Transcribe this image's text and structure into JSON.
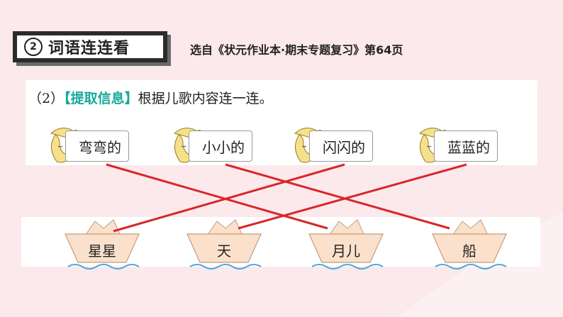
{
  "header": {
    "number": "②",
    "title": "词语连连看",
    "source": "选自《状元作业本·期末专题复习》第64页"
  },
  "question": {
    "prefix": "（2）",
    "tag": "【提取信息】",
    "text": "根据儿歌内容连一连。"
  },
  "words": [
    "弯弯的",
    "小小的",
    "闪闪的",
    "蓝蓝的"
  ],
  "boats": [
    "星星",
    "天",
    "月儿",
    "船"
  ],
  "colors": {
    "accent": "#16a99b",
    "line": "#d9262b"
  }
}
